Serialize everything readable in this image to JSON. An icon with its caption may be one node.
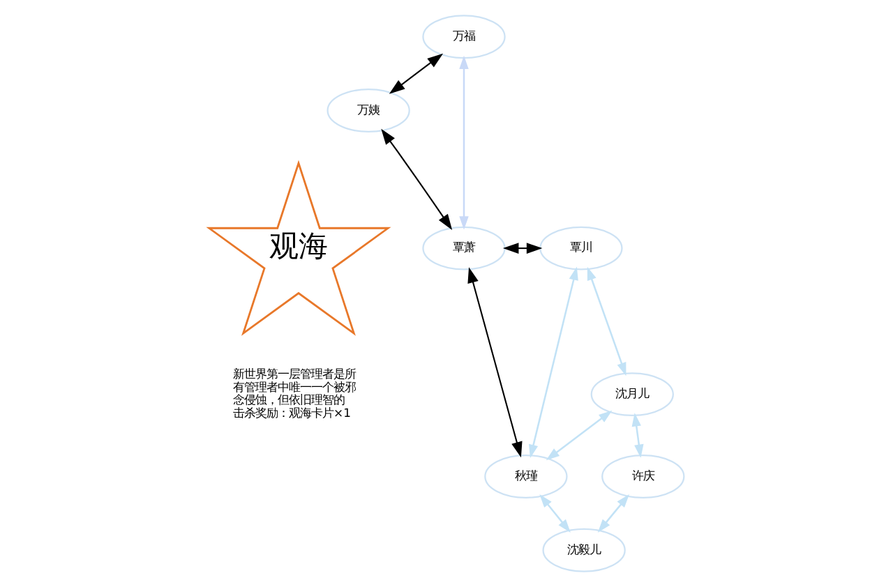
{
  "diagram": {
    "nodes": [
      {
        "text": [
          "观海"
        ],
        "beside": [
          "新世界第一层管理者是所有管理者中唯一一个被邪念侵蚀，但依旧理智的",
          "击杀奖励：观海卡片×1"
        ]
      },
      {
        "text": [
          "万福"
        ]
      },
      {
        "text": [
          "万姨"
        ]
      },
      {
        "text": [
          "覃萧"
        ]
      },
      {
        "text": [
          "覃川"
        ]
      },
      {
        "text": [
          "沈月儿"
        ]
      },
      {
        "text": [
          "秋瑾"
        ]
      },
      {
        "text": [
          "许庆"
        ]
      },
      {
        "text": [
          "沈毅儿"
        ]
      }
    ],
    "edges": [
      {
        "from": 1,
        "to": 2,
        "arrow": "both",
        "color": "#000000"
      },
      {
        "from": 1,
        "to": 3,
        "arrow": "both",
        "color": "#c9d9f7"
      },
      {
        "from": 2,
        "to": 3,
        "arrow": "both",
        "color": "#000000"
      },
      {
        "from": 3,
        "to": 4,
        "arrow": "both",
        "color": "#000000"
      },
      {
        "from": 3,
        "to": 6,
        "arrow": "both",
        "color": "#000000"
      },
      {
        "from": 4,
        "to": 5,
        "arrow": "both"
      },
      {
        "from": 4,
        "to": 6,
        "arrow": "both"
      },
      {
        "from": 5,
        "to": 6,
        "arrow": "both"
      },
      {
        "from": 5,
        "to": 7,
        "arrow": "both"
      },
      {
        "from": 6,
        "to": 8,
        "arrow": "both"
      },
      {
        "from": 7,
        "to": 8,
        "arrow": "both"
      }
    ]
  }
}
